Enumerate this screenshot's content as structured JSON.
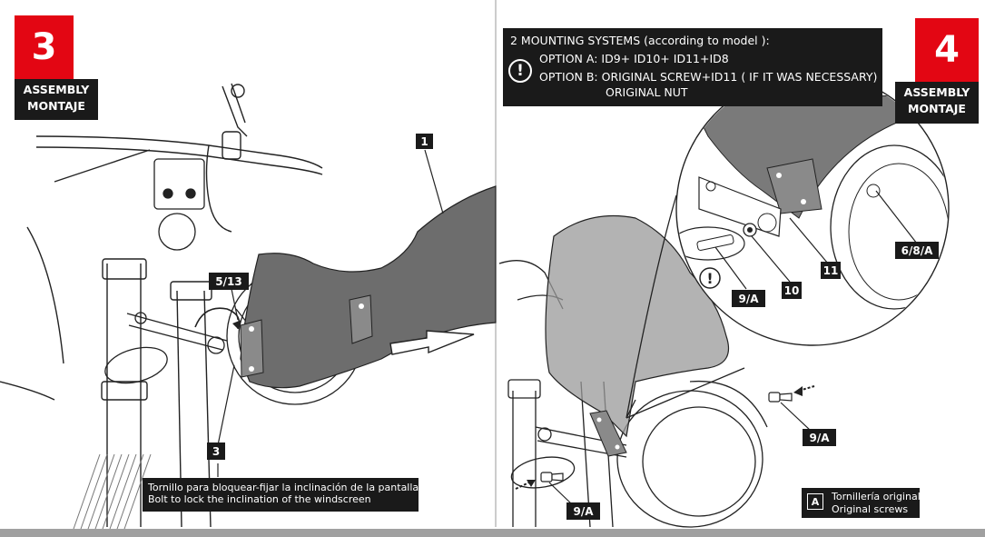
{
  "left": {
    "step_number": "3",
    "assembly_label_en": "ASSEMBLY",
    "assembly_label_es": "MONTAJE",
    "callouts": {
      "part1": "1",
      "bolt": "5/13",
      "part3": "3"
    },
    "caption": {
      "line1": "Tornillo para bloquear-fijar la inclinación de la pantalla  /",
      "line2": "Bolt to lock the inclination of the windscreen"
    }
  },
  "right": {
    "step_number": "4",
    "assembly_label_en": "ASSEMBLY",
    "assembly_label_es": "MONTAJE",
    "notice": {
      "title": "2 MOUNTING SYSTEMS (according to model ):",
      "option_a": "OPTION A:  ID9+ ID10+ ID11+ID8",
      "option_b": "OPTION B:  ORIGINAL SCREW+ID11 ( IF IT WAS NECESSARY)",
      "option_b2": "ORIGINAL NUT",
      "icon": "exclamation-icon"
    },
    "callouts": {
      "c1": "6/8/A",
      "c2": "11",
      "c3": "10",
      "c4": "9/A",
      "c5": "9/A",
      "c6": "9/A"
    },
    "legend": {
      "key": "A",
      "line1": "Tornillería original",
      "line2": "Original screws"
    }
  },
  "colors": {
    "accent_red": "#e30613",
    "label_black": "#1a1a1a",
    "screen_gray": "#6d6d6d",
    "bottom_bar": "#a0a0a0"
  }
}
